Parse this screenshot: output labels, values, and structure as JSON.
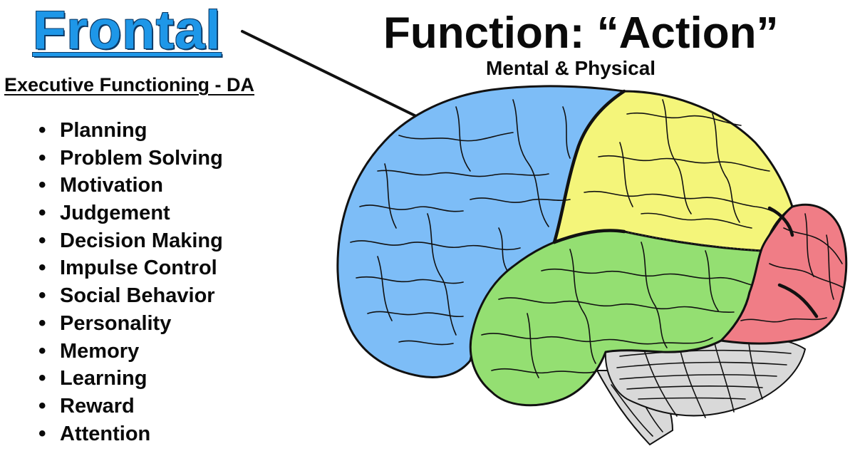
{
  "header": {
    "title": "Frontal",
    "subtitle": "Executive Functioning - DA",
    "function_title": "Function: “Action”",
    "function_subtitle": "Mental & Physical"
  },
  "functions": [
    "Planning",
    "Problem Solving",
    "Motivation",
    "Judgement",
    "Decision Making",
    "Impulse Control",
    "Social Behavior",
    "Personality",
    "Memory",
    "Learning",
    "Reward",
    "Attention"
  ],
  "lobe_colors": {
    "frontal": "#7dbdf7",
    "parietal": "#f4f57a",
    "temporal": "#94df72",
    "occipital": "#f07d86",
    "cerebellum": "#d9d9d9"
  }
}
